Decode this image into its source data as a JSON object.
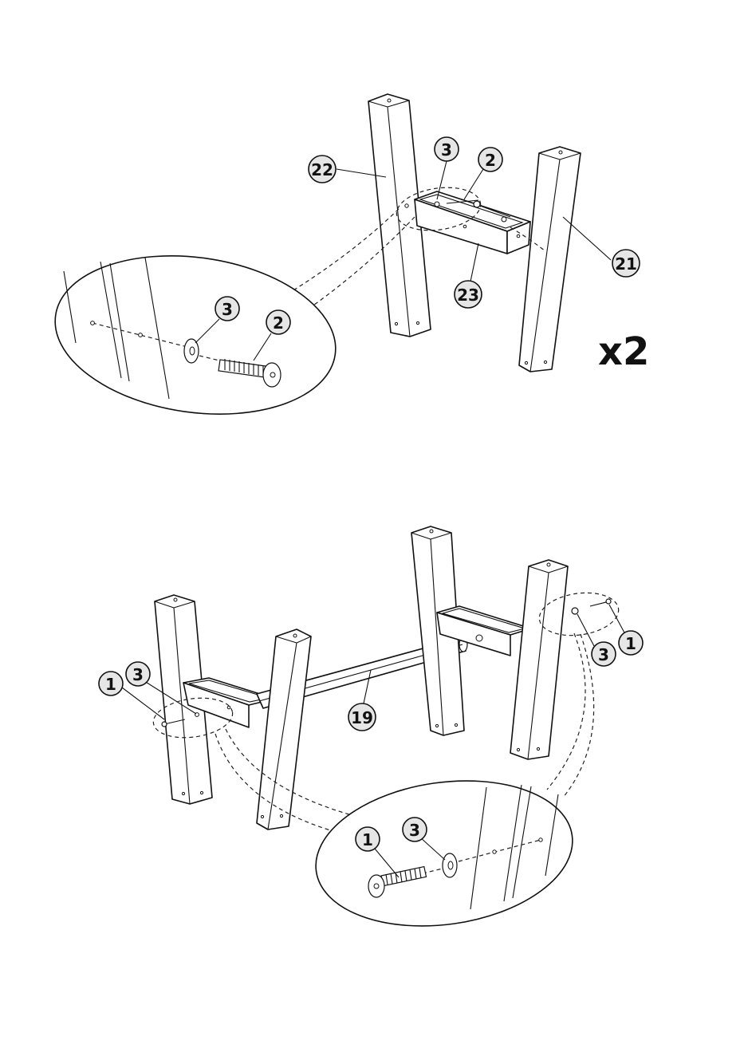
{
  "step1": {
    "callouts": {
      "leg_left": "22",
      "washer": "3",
      "bolt": "2",
      "leg_right": "21",
      "crossbar": "23"
    },
    "zoom_callouts": {
      "washer": "3",
      "bolt": "2"
    },
    "multiplier": "x2"
  },
  "step2": {
    "callouts": {
      "bolt_left": "1",
      "washer_left": "3",
      "stretcher": "19",
      "washer_right": "3",
      "bolt_right": "1"
    },
    "zoom_callouts": {
      "bolt": "1",
      "washer": "3"
    }
  }
}
